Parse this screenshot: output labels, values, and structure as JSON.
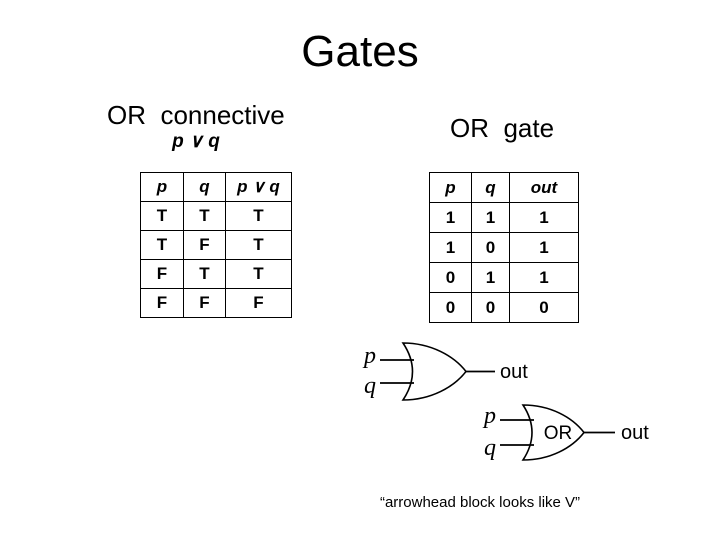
{
  "slide": {
    "title": "Gates",
    "left_section": {
      "heading": "OR  connective",
      "subheading": "p ∨ q",
      "table": {
        "headers": [
          "p",
          "q",
          "p ∨ q"
        ],
        "rows": [
          [
            "T",
            "T",
            "T"
          ],
          [
            "T",
            "F",
            "T"
          ],
          [
            "F",
            "T",
            "T"
          ],
          [
            "F",
            "F",
            "F"
          ]
        ]
      }
    },
    "right_section": {
      "heading": "OR  gate",
      "table": {
        "headers": [
          "p",
          "q",
          "out"
        ],
        "rows": [
          [
            "1",
            "1",
            "1"
          ],
          [
            "1",
            "0",
            "1"
          ],
          [
            "0",
            "1",
            "1"
          ],
          [
            "0",
            "0",
            "0"
          ]
        ]
      }
    },
    "gate1": {
      "input_top": "p",
      "input_bottom": "q",
      "output": "out"
    },
    "gate2": {
      "input_top": "p",
      "input_bottom": "q",
      "label": "OR",
      "output": "out"
    },
    "caption": "“arrowhead block looks like V”",
    "colors": {
      "ink": "#000000",
      "background": "#ffffff"
    }
  }
}
